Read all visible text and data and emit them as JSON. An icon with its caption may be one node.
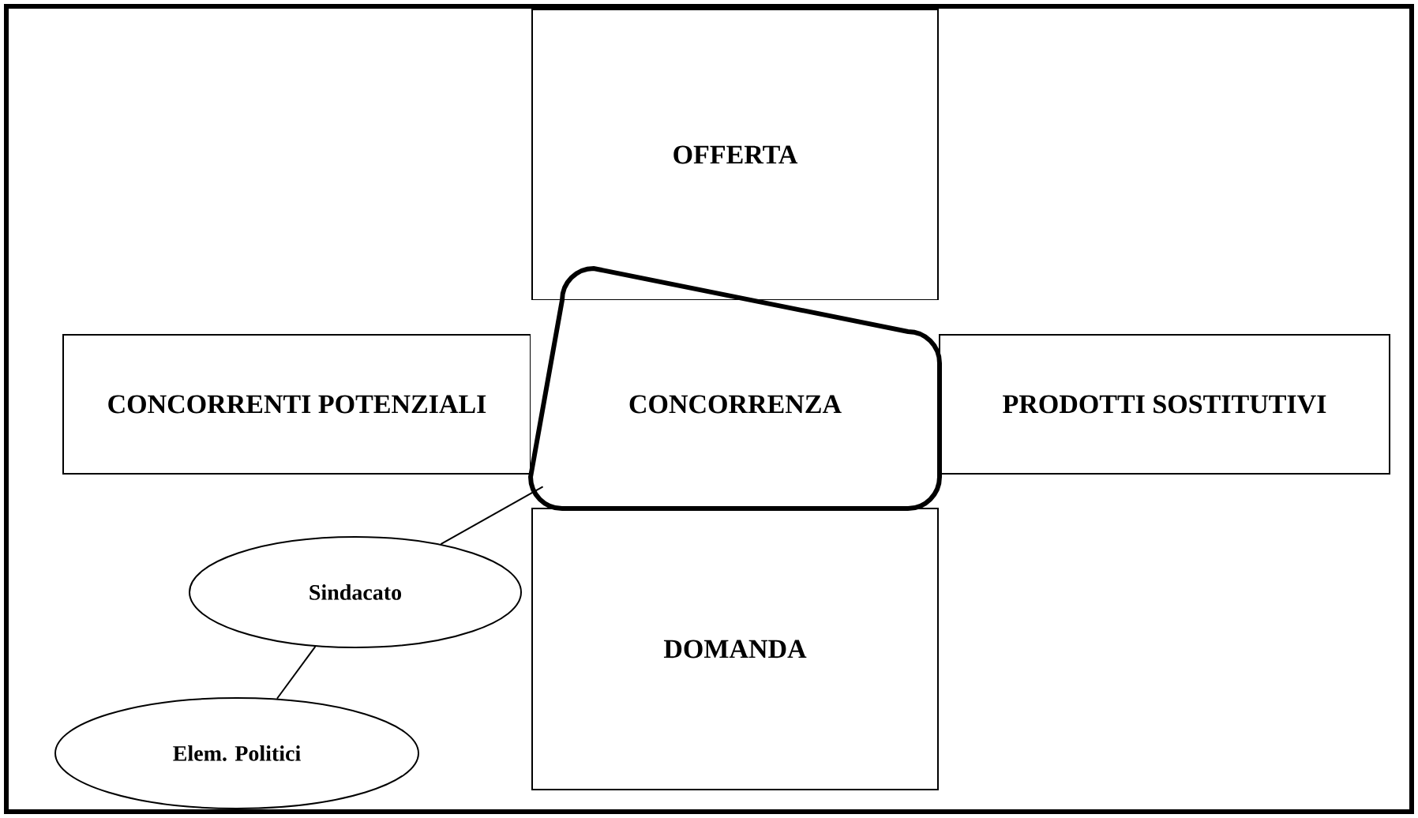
{
  "diagram": {
    "nodes": [
      {
        "text": [
          "OFFERTA"
        ]
      },
      {
        "text": [
          "CONCORRENTI POTENZIALI"
        ]
      },
      {
        "text": [
          "CONCORRENZA"
        ]
      },
      {
        "text": [
          "PRODOTTI SOSTITUTIVI"
        ]
      },
      {
        "text": [
          "Sindacato"
        ]
      },
      {
        "text": [
          "DOMANDA"
        ]
      },
      {
        "text": [
          "Elem. Politici"
        ]
      }
    ],
    "edges": [
      {
        "from": 4,
        "to": 2,
        "arrow": "none"
      },
      {
        "from": 6,
        "to": 4,
        "arrow": "none"
      }
    ]
  }
}
